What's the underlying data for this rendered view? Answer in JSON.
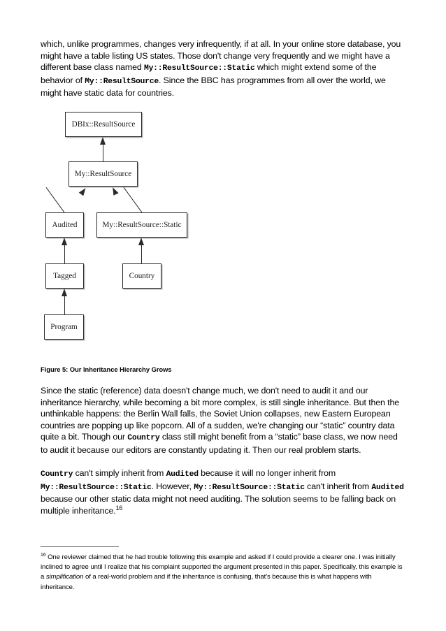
{
  "document": {
    "paragraphs": {
      "p1": {
        "seg1": "which, unlike programmes, changes very infrequently, if at all.  In your online store database, you might have a table listing US states.  Those don't change very frequently and we might have a different base class named ",
        "code1": "My::ResultSource::Static",
        "seg2": " which might extend some of the behavior of ",
        "code2": "My::ResultSource",
        "seg3": ".  Since the BBC has programmes from all over the world, we might have static data for countries."
      },
      "p2": {
        "seg1": "Since the static (reference) data doesn't change much, we don't need to audit it and our inheritance hierarchy, while becoming a bit more complex, is still single inheritance.  But then the unthinkable happens: the Berlin Wall falls, the Soviet Union collapses, new Eastern European countries are popping up like popcorn.  All of a sudden, we're changing our “static” country data quite a bit.  Though our ",
        "code1": "Country",
        "seg2": " class still might benefit from a “static” base class, we now need to audit it because our editors are constantly updating it.  Then our real problem starts."
      },
      "p3": {
        "code1": "Country",
        "seg1": " can't simply inherit from ",
        "code2": "Audited",
        "seg2": " because it will no longer inherit from ",
        "code3": "My::ResultSource::Static",
        "seg3": ".  However, ",
        "code4": "My::ResultSource::Static",
        "seg4": " can't inherit from ",
        "code5": "Audited",
        "seg5": " because our other static data might not need auditing.  The solution seems to be falling back on multiple inheritance.",
        "footnote_ref": "16"
      }
    },
    "figure": {
      "caption": "Figure 5: Our Inheritance Hierarchy Grows",
      "nodes": [
        {
          "id": "dbix-resultsource",
          "label": "DBIx::ResultSource"
        },
        {
          "id": "my-resultsource",
          "label": "My::ResultSource"
        },
        {
          "id": "audited",
          "label": "Audited"
        },
        {
          "id": "my-resultsource-static",
          "label": "My::ResultSource::Static"
        },
        {
          "id": "tagged",
          "label": "Tagged"
        },
        {
          "id": "country",
          "label": "Country"
        },
        {
          "id": "program",
          "label": "Program"
        }
      ]
    },
    "footnote": {
      "marker": "16",
      "seg1": " One reviewer claimed that he had trouble following this example and asked if I could provide a clearer one. I was initially inclined to agree until I realize that his complaint supported the argument presented in this paper.  Specifically, this example is a ",
      "italic1": "simplification",
      "seg2": " of a real-world problem and if the inheritance is confusing, that's because this is what happens with inheritance."
    }
  }
}
